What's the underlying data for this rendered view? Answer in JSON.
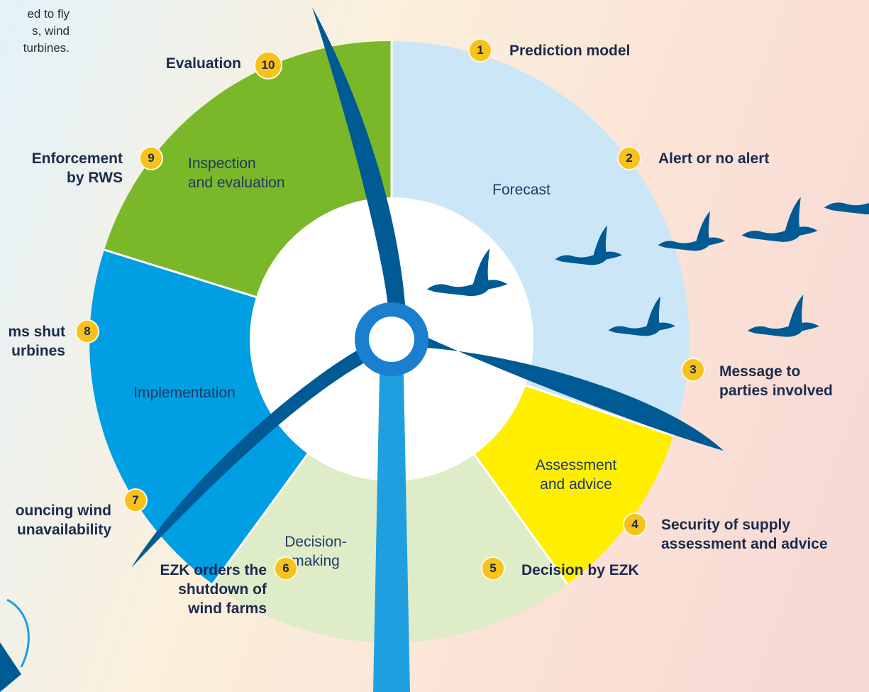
{
  "intro": {
    "lines": [
      "ed to fly",
      "s, wind",
      "turbines."
    ]
  },
  "phases": {
    "forecast": "Forecast",
    "assessment": [
      "Assessment",
      "and advice"
    ],
    "decision": [
      "Decision-",
      "making"
    ],
    "implementation": "Implementation",
    "inspection": [
      "Inspection",
      "and evaluation"
    ]
  },
  "steps": [
    {
      "number": "1",
      "lines": [
        "Prediction model"
      ]
    },
    {
      "number": "2",
      "lines": [
        "Alert or no alert"
      ]
    },
    {
      "number": "3",
      "lines": [
        "Message to",
        "parties involved"
      ]
    },
    {
      "number": "4",
      "lines": [
        "Security of supply",
        "assessment and advice"
      ]
    },
    {
      "number": "5",
      "lines": [
        "Decision by EZK"
      ]
    },
    {
      "number": "6",
      "lines": [
        "EZK orders the",
        "shutdown of",
        "wind farms"
      ]
    },
    {
      "number": "7",
      "lines": [
        "ouncing wind",
        "unavailability"
      ]
    },
    {
      "number": "8",
      "lines": [
        "ms shut",
        "urbines"
      ]
    },
    {
      "number": "9",
      "lines": [
        "Enforcement",
        "by RWS"
      ]
    },
    {
      "number": "10",
      "lines": [
        "Evaluation"
      ]
    }
  ],
  "colors": {
    "forecast": "#cbe6f7",
    "assessment": "#ffee00",
    "decision": "#deecc8",
    "implementation": "#009ee3",
    "inspection": "#7ab829",
    "blade": "#005a94",
    "tower": "#1f9fe0",
    "badge": "#f6c21b",
    "bird": "#005a94"
  }
}
